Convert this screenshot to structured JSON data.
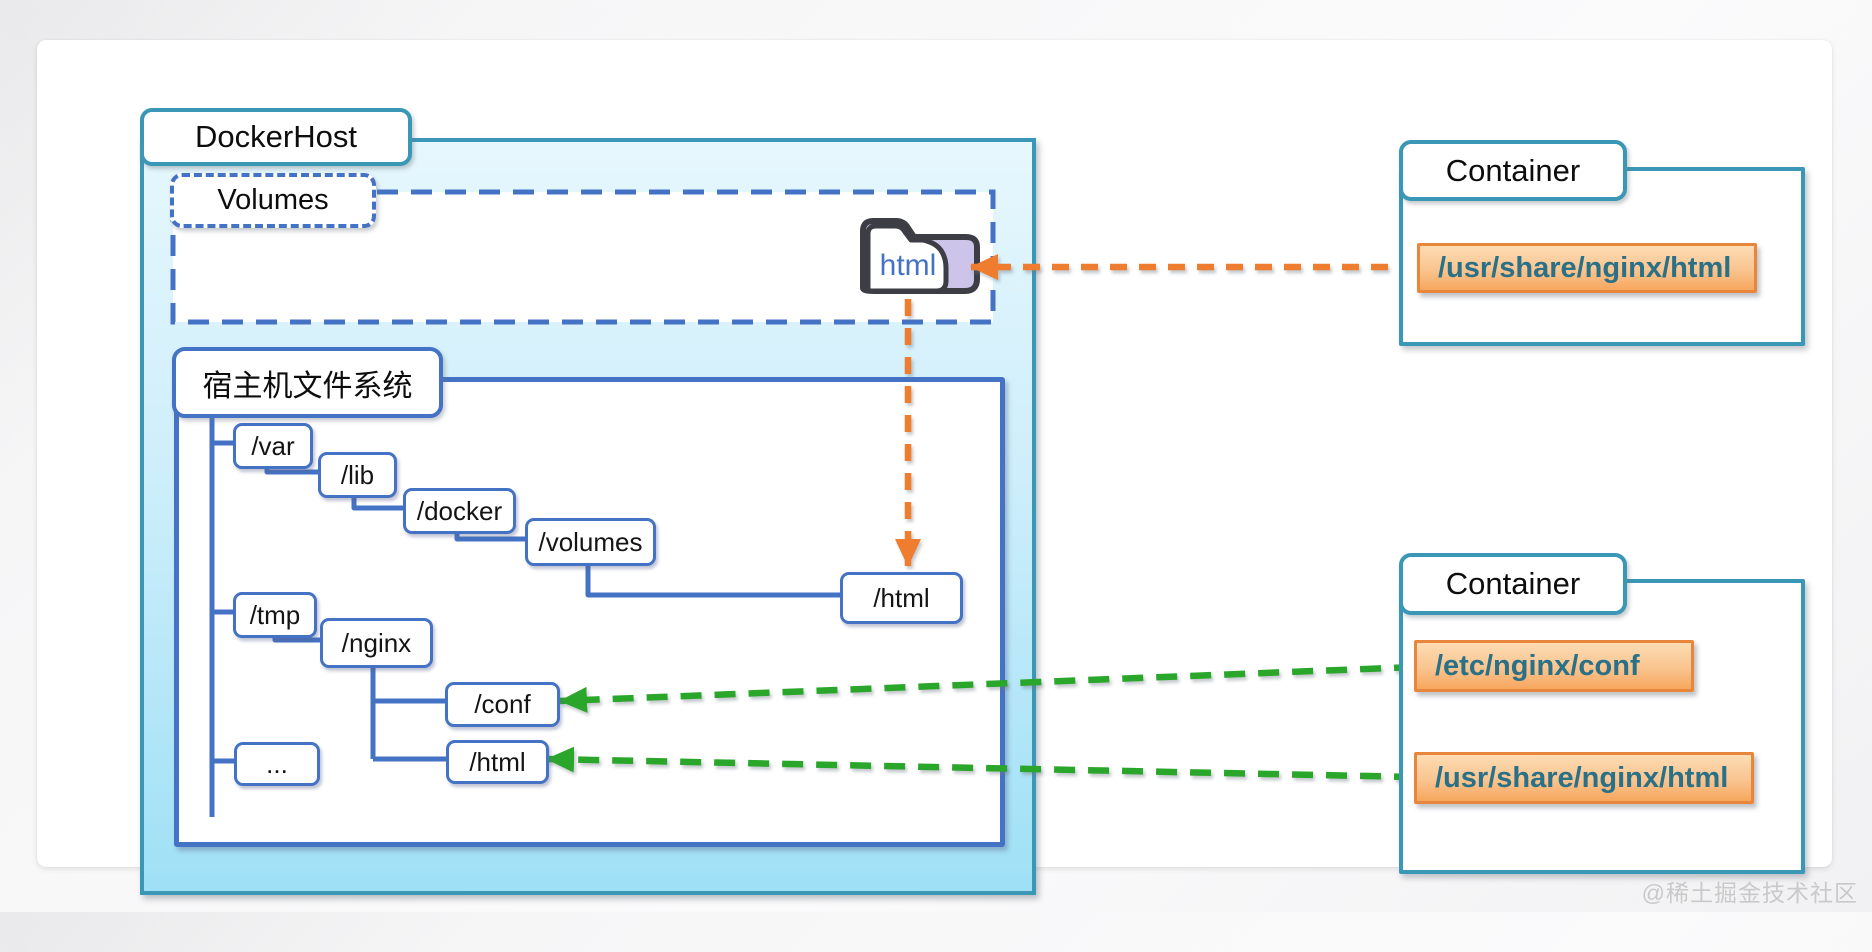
{
  "dockerhost": {
    "title": "DockerHost",
    "volumes_label": "Volumes",
    "filesystem_label": "宿主机文件系统",
    "volume_folder_name": "html"
  },
  "tree": {
    "var": "/var",
    "lib": "/lib",
    "docker": "/docker",
    "volumes": "/volumes",
    "volumes_html": "/html",
    "tmp": "/tmp",
    "nginx": "/nginx",
    "conf": "/conf",
    "nginx_html": "/html",
    "ellipsis": "..."
  },
  "containers": [
    {
      "title": "Container",
      "paths": [
        "/usr/share/nginx/html"
      ]
    },
    {
      "title": "Container",
      "paths": [
        "/etc/nginx/conf",
        "/usr/share/nginx/html"
      ]
    }
  ],
  "icons": {
    "volume_folder": "folder-icon"
  },
  "watermark": "@稀土掘金技术社区",
  "colors": {
    "container_border_teal": "#3a97b6",
    "tree_blue": "#4472c4",
    "arrow_orange": "#ee7d2f",
    "arrow_green": "#2aa62a",
    "path_box_text": "#2a7086",
    "path_box_border": "#e8873b",
    "path_box_fill_top": "#fcdcb4",
    "path_box_fill_bottom": "#f7a75e",
    "host_fill_top": "#e7f7fd",
    "host_fill_bottom": "#9fe0f6",
    "folder_accent": "#ccc4e9",
    "folder_outline": "#3d3e45"
  }
}
